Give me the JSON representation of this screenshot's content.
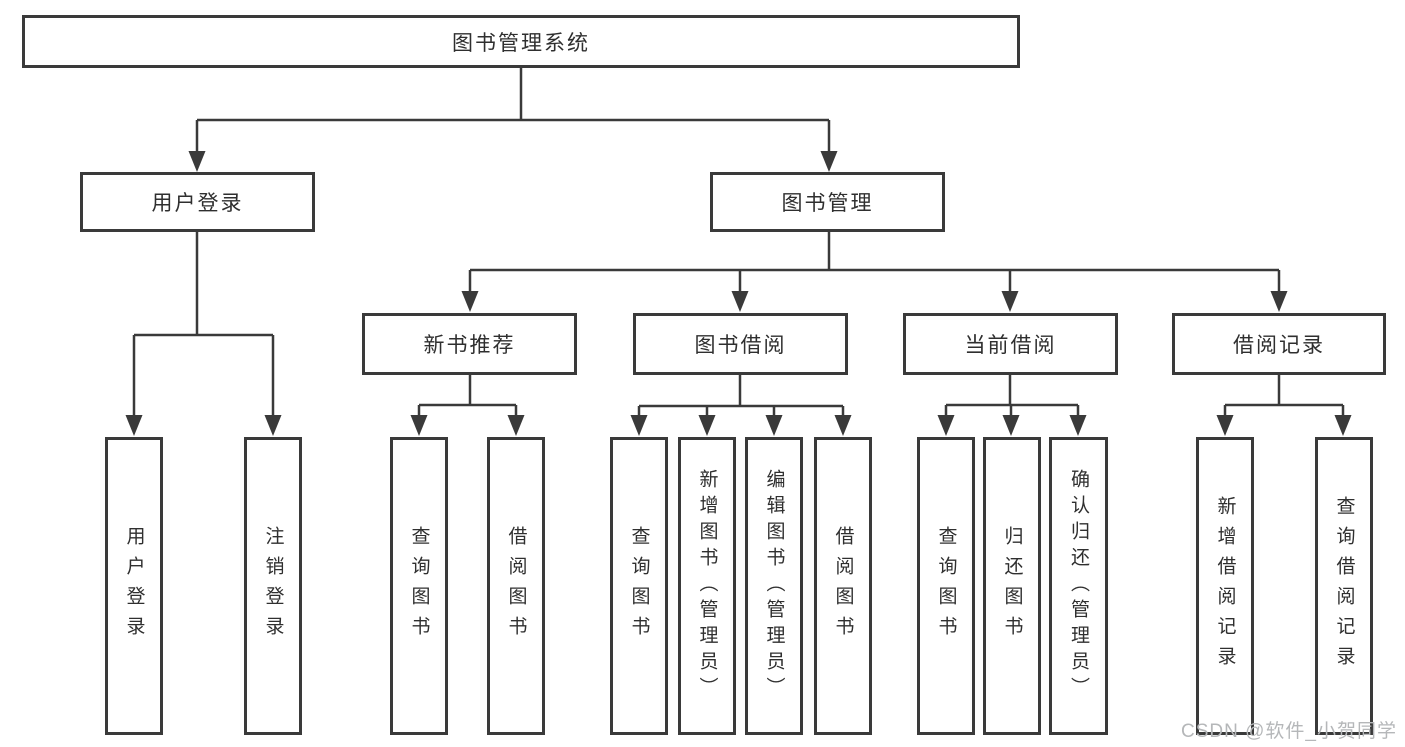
{
  "diagram": {
    "title": "图书管理系统",
    "root": {
      "label": "图书管理系统"
    },
    "branches": [
      {
        "label": "用户登录",
        "children": [
          {
            "label": "用户登录"
          },
          {
            "label": "注销登录"
          }
        ]
      },
      {
        "label": "图书管理",
        "children": [
          {
            "label": "新书推荐",
            "children": [
              {
                "label": "查询图书"
              },
              {
                "label": "借阅图书"
              }
            ]
          },
          {
            "label": "图书借阅",
            "children": [
              {
                "label": "查询图书"
              },
              {
                "label": "新增图书（管理员）"
              },
              {
                "label": "编辑图书（管理员）"
              },
              {
                "label": "借阅图书"
              }
            ]
          },
          {
            "label": "当前借阅",
            "children": [
              {
                "label": "查询图书"
              },
              {
                "label": "归还图书"
              },
              {
                "label": "确认归还（管理员）"
              }
            ]
          },
          {
            "label": "借阅记录",
            "children": [
              {
                "label": "新增借阅记录"
              },
              {
                "label": "查询借阅记录"
              }
            ]
          }
        ]
      }
    ]
  },
  "watermark": {
    "text": "CSDN @软件_小贺同学"
  },
  "colors": {
    "line": "#3a3a3a",
    "text": "#2f2f2f",
    "box_border": "#3a3a3a",
    "box_fill": "#ffffff",
    "background": "#ffffff",
    "watermark": "#b5b7b9"
  }
}
